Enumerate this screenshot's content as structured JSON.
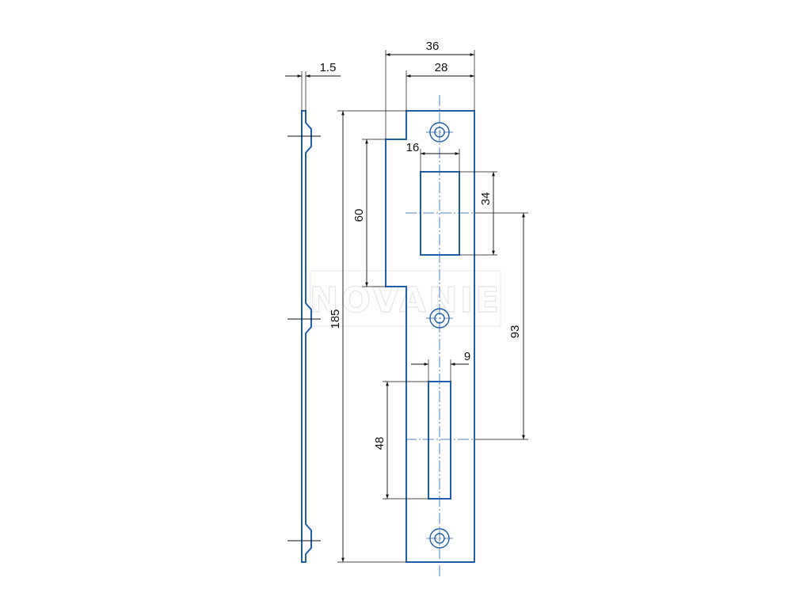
{
  "watermark": {
    "text": "NOVANIE"
  },
  "dimensions": {
    "thickness": "1.5",
    "total_width": "36",
    "plate_width": "28",
    "total_height": "185",
    "notch_height": "60",
    "latch_hole_width": "16",
    "latch_hole_height": "34",
    "hole_spacing": "93",
    "bolt_hole_width": "9",
    "bolt_hole_height": "48"
  },
  "colors": {
    "part": "#1f5fa8",
    "dimension": "#111111",
    "background": "#ffffff"
  }
}
